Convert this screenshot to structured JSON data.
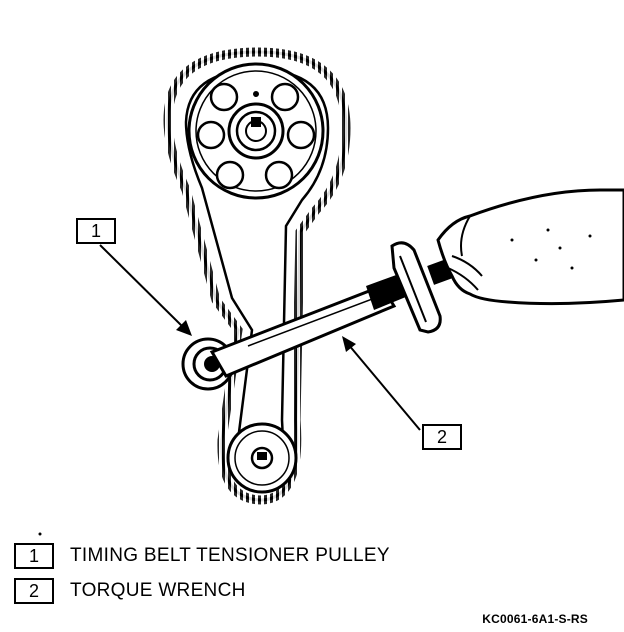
{
  "callouts": [
    {
      "number": "1"
    },
    {
      "number": "2"
    }
  ],
  "legend": [
    {
      "number": "1",
      "text": "TIMING BELT TENSIONER PULLEY"
    },
    {
      "number": "2",
      "text": "TORQUE WRENCH"
    }
  ],
  "reference_code": "KC0061-6A1-S-RS"
}
